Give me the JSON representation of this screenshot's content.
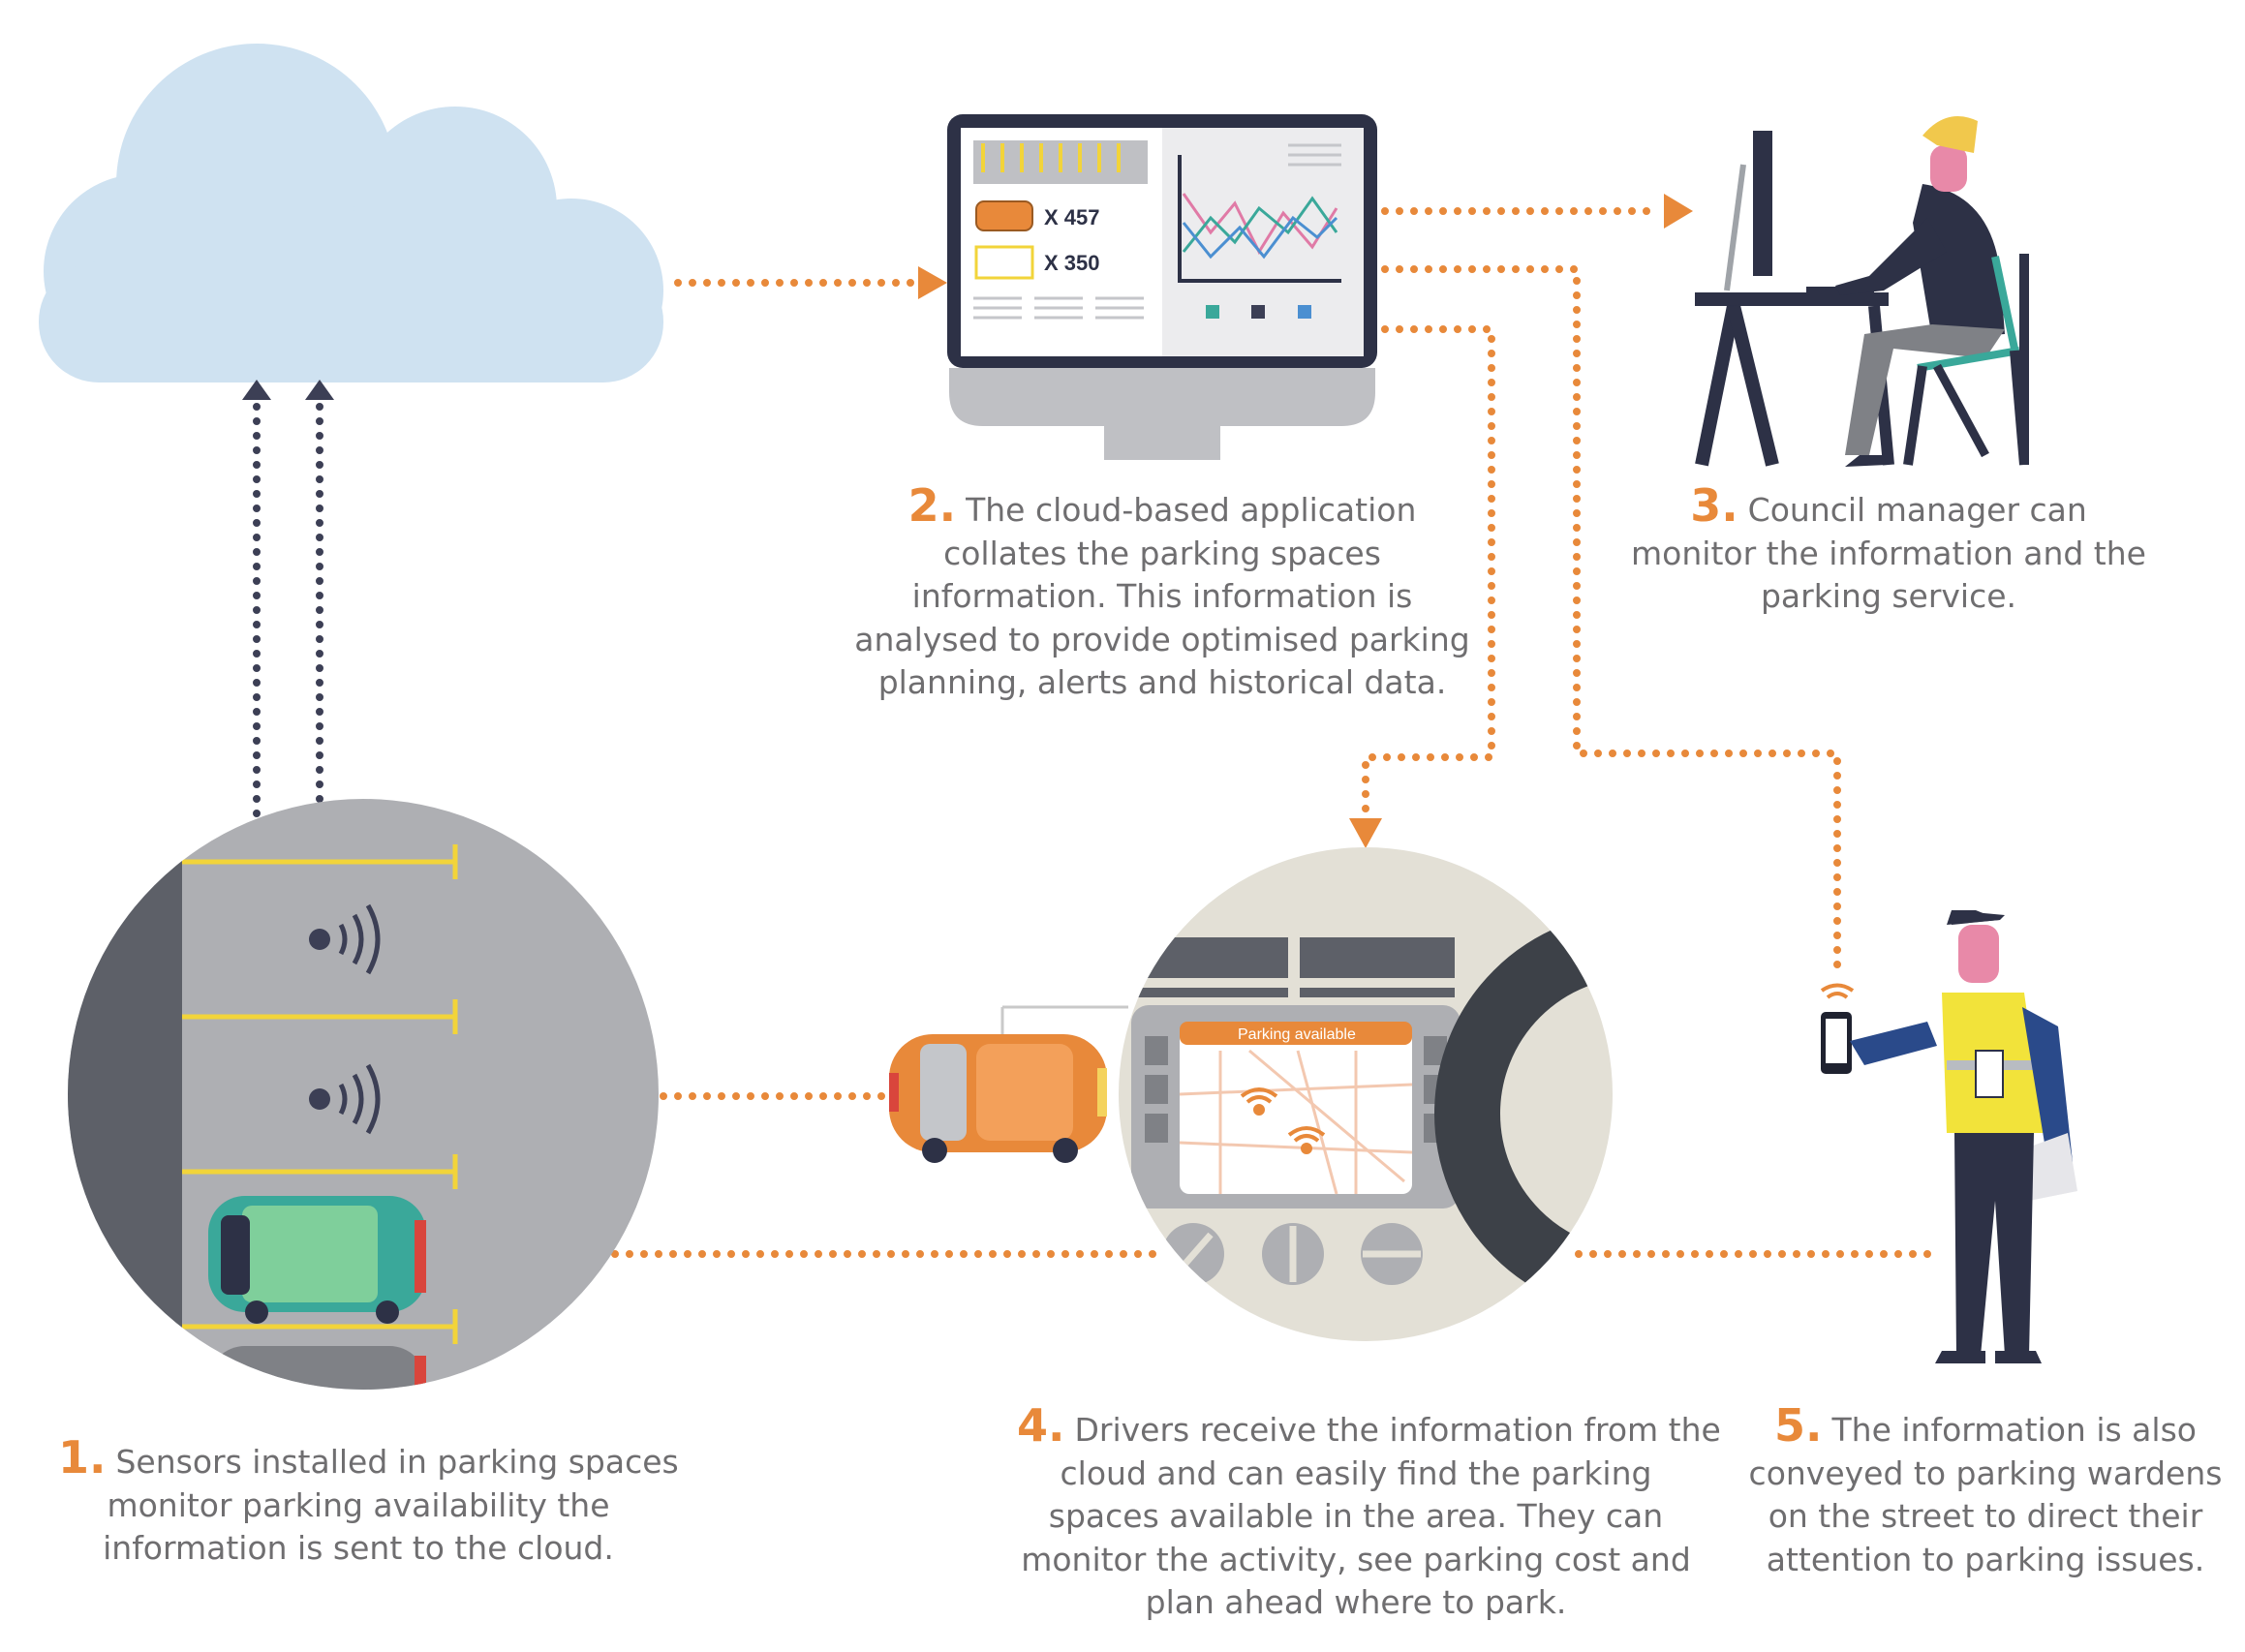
{
  "colors": {
    "accent": "#e8893a",
    "cloud": "#cfe2f1",
    "text": "#6f6e70",
    "dark": "#2d3146",
    "teal": "#3aa89a",
    "yellow": "#f2d43a",
    "grey_road": "#aeafb3",
    "beige": "#e3e0d6"
  },
  "monitor": {
    "count_orange": "X 457",
    "count_yellow": "X 350"
  },
  "dashboard": {
    "screen_label": "Parking available"
  },
  "steps": [
    {
      "number": "1.",
      "lines": [
        "Sensors installed in parking spaces",
        "monitor parking availability the",
        "information is sent to the cloud."
      ]
    },
    {
      "number": "2.",
      "lines": [
        "The cloud-based application",
        "collates the parking spaces",
        "information. This information is",
        "analysed to provide optimised parking",
        "planning, alerts and historical data."
      ]
    },
    {
      "number": "3.",
      "lines": [
        "Council manager can",
        "monitor the information and the",
        "parking service."
      ]
    },
    {
      "number": "4.",
      "lines": [
        "Drivers receive the information from the",
        "cloud and can easily find the parking",
        "spaces available in the area. They can",
        "monitor the activity, see parking cost and",
        "plan ahead where to park."
      ]
    },
    {
      "number": "5.",
      "lines": [
        "The information is also",
        "conveyed to parking wardens",
        "on the street to direct their",
        "attention to parking issues."
      ]
    }
  ]
}
